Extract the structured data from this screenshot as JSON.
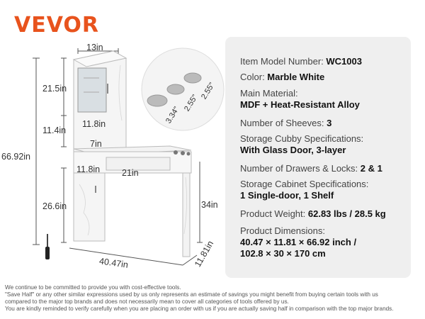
{
  "brand": "VEVOR",
  "dimensions": {
    "top_width": "13in",
    "upper_height": "21.5in",
    "shelf_gap": "11.4in",
    "shelf_width": "11.8in",
    "cubby_depth": "7in",
    "drawer_left": "11.8in",
    "drawer_width": "21in",
    "total_height": "66.92in",
    "cabinet_height": "26.6in",
    "table_height": "34in",
    "total_width": "40.47in",
    "depth": "11.81in",
    "hole_1": "3.34\"",
    "hole_2": "2.55\"",
    "hole_3": "2.55\""
  },
  "specs": {
    "model": {
      "label": "Item Model Number: ",
      "value": "WC1003"
    },
    "color": {
      "label": "Color: ",
      "value": "Marble White"
    },
    "material": {
      "label": "Main Material:",
      "value": "MDF + Heat-Resistant Alloy"
    },
    "shelves": {
      "label": "Number of Sheeves: ",
      "value": "3"
    },
    "cubby": {
      "label": "Storage Cubby Specifications:",
      "value": "With Glass Door, 3-layer"
    },
    "drawers": {
      "label": "Number of Drawers & Locks: ",
      "value": "2 & 1"
    },
    "cabinet": {
      "label": "Storage Cabinet Specifications:",
      "value": "1 Single-door, 1 Shelf"
    },
    "weight": {
      "label": "Product Weight: ",
      "value": "62.83 lbs / 28.5 kg"
    },
    "dims": {
      "label": "Product Dimensions:",
      "value1": "40.47 × 11.81 × 66.92 inch /",
      "value2": "102.8 × 30 × 170 cm"
    }
  },
  "footer": {
    "line1": "We continue to be committed to provide you with cost-effective tools.",
    "line2": "\"Save Half\" or any other similar expressions used by us only represents an estimate of savings you might benefit from buying certain tools with us",
    "line3": "compared to the major top brands and does not necessarily mean to cover all categories of tools offered by us.",
    "line4": "You are kindly reminded to verify carefully when you are placing an order with us if you are actually saving half in comparison with the top major brands."
  },
  "colors": {
    "brand": "#e8531d",
    "panel": "#efefef"
  }
}
